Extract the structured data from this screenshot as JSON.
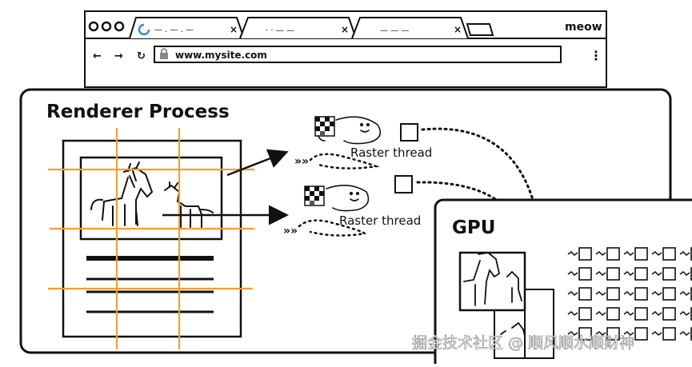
{
  "browser": {
    "brand": "meow",
    "url": "www.mysite.com",
    "tabs": [
      {
        "title_glyph": "— . — . —"
      },
      {
        "title_glyph": "· · — —"
      },
      {
        "title_glyph": "— — —"
      }
    ]
  },
  "renderer": {
    "title": "Renderer Process",
    "raster_labels": [
      "Raster thread",
      "Raster thread"
    ]
  },
  "gpu": {
    "title": "GPU"
  },
  "watermark": "掘金技术社区 @ 顺风顺水顺财神",
  "colors": {
    "stroke": "#111111",
    "grid": "#f0a030",
    "background": "#ffffff"
  }
}
